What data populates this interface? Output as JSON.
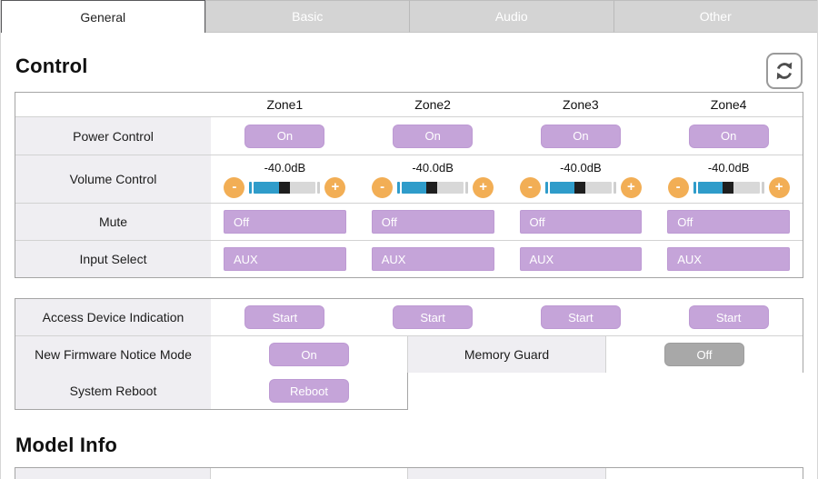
{
  "tabs": [
    {
      "label": "General",
      "active": true
    },
    {
      "label": "Basic",
      "active": false
    },
    {
      "label": "Audio",
      "active": false
    },
    {
      "label": "Other",
      "active": false
    }
  ],
  "sections": {
    "control_title": "Control",
    "model_info_title": "Model Info"
  },
  "zones": [
    "Zone1",
    "Zone2",
    "Zone3",
    "Zone4"
  ],
  "control_table": {
    "power": {
      "label": "Power Control",
      "buttons": [
        "On",
        "On",
        "On",
        "On"
      ]
    },
    "volume": {
      "label": "Volume Control",
      "values": [
        "-40.0dB",
        "-40.0dB",
        "-40.0dB",
        "-40.0dB"
      ],
      "minus_label": "-",
      "plus_label": "+",
      "fill_pct": 40
    },
    "mute": {
      "label": "Mute",
      "values": [
        "Off",
        "Off",
        "Off",
        "Off"
      ]
    },
    "input": {
      "label": "Input Select",
      "values": [
        "AUX",
        "AUX",
        "AUX",
        "AUX"
      ]
    }
  },
  "settings_table": {
    "access": {
      "label": "Access Device Indication",
      "buttons": [
        "Start",
        "Start",
        "Start",
        "Start"
      ]
    },
    "firmware": {
      "label": "New Firmware Notice Mode",
      "button": "On"
    },
    "memory_guard": {
      "label": "Memory Guard",
      "button": "Off"
    },
    "reboot": {
      "label": "System Reboot",
      "button": "Reboot"
    }
  },
  "colors": {
    "accent_purple": "#c5a4d9",
    "accent_orange": "#f2ae55",
    "slider_blue": "#2f9cca",
    "disabled_gray": "#a8a8a8",
    "tab_gray": "#d4d4d4"
  }
}
